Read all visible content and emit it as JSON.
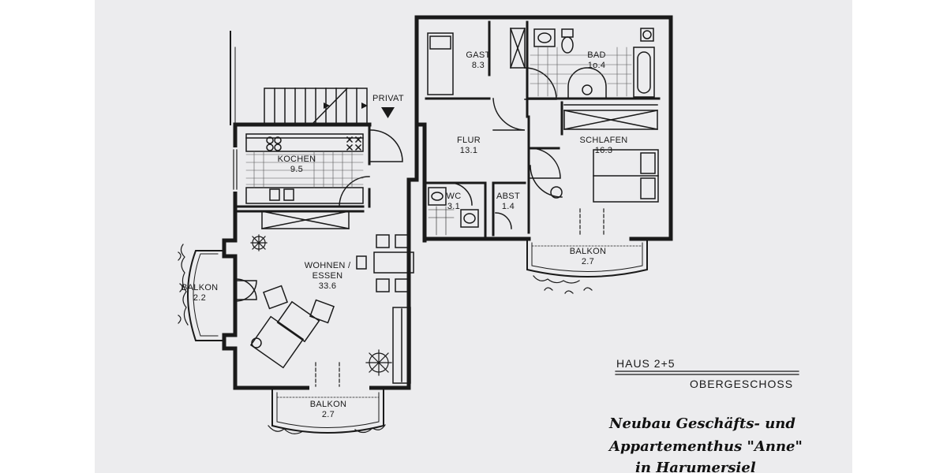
{
  "labels": {
    "privat": "PRIVAT",
    "haus": "HAUS 2+5",
    "geschoss": "OBERGESCHOSS",
    "caption_line1": "Neubau Geschäfts- und",
    "caption_line2": "Appartementhus \"Anne\"",
    "caption_line3": "in Harumersiel"
  },
  "rooms": {
    "gast": {
      "name": "GAST",
      "area": "8.3"
    },
    "bad": {
      "name": "BAD",
      "area": "1o.4"
    },
    "flur": {
      "name": "FLUR",
      "area": "13.1"
    },
    "schlafen": {
      "name": "SCHLAFEN",
      "area": "16.3"
    },
    "kochen": {
      "name": "KOCHEN",
      "area": "9.5"
    },
    "wc": {
      "name": "WC",
      "area": "3.1"
    },
    "abst": {
      "name": "ABST",
      "area": "1.4"
    },
    "wohnen": {
      "name": "WOHNEN /",
      "name2": "ESSEN",
      "area": "33.6"
    },
    "balkon_west": {
      "name": "BALKON",
      "area": "2.2"
    },
    "balkon_south": {
      "name": "BALKON",
      "area": "2.7"
    },
    "balkon_east": {
      "name": "BALKON",
      "area": "2.7"
    }
  },
  "colors": {
    "paper": "#ececee",
    "ink": "#1a1a1a"
  }
}
